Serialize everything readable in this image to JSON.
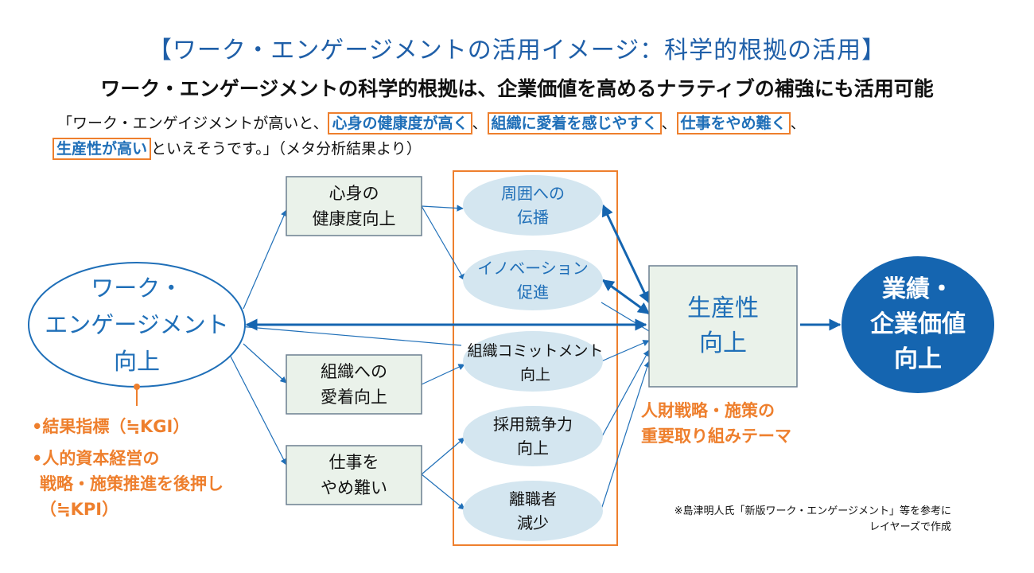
{
  "title": "【ワーク・エンゲージメントの活用イメージ：科学的根拠の活用】",
  "subtitle": "ワーク・エンゲージメントの科学的根拠は、企業価値を高めるナラティブの補強にも活用可能",
  "quote": {
    "open": "「ワーク・エンゲイジメントが高いと、",
    "h1": "心身の健康度が高く",
    "sep1": "、",
    "h2": "組織に愛着を感じやすく",
    "sep2": "、",
    "h3": "仕事をやめ難く",
    "sep3": "、",
    "h4": "生産性が高い",
    "close": "といえそうです。」（メタ分析結果より）"
  },
  "nodes": {
    "engagement": [
      "ワーク・",
      "エンゲージメント",
      "向上"
    ],
    "health": [
      "心身の",
      "健康度向上"
    ],
    "attachment": [
      "組織への",
      "愛着向上"
    ],
    "retention": [
      "仕事を",
      "やめ難い"
    ],
    "spread": [
      "周囲への",
      "伝播"
    ],
    "innovation": [
      "イノベーション",
      "促進"
    ],
    "commitment": [
      "組織コミットメント",
      "向上"
    ],
    "recruit": [
      "採用競争力",
      "向上"
    ],
    "turnover": [
      "離職者",
      "減少"
    ],
    "productivity": [
      "生産性",
      "向上"
    ],
    "results": [
      "業績・",
      "企業価値",
      "向上"
    ]
  },
  "notes": {
    "kgi": "•結果指標（≒KGI）",
    "kpi_1": "•人的資本経営の",
    "kpi_2": "戦略・施策推進を後押し",
    "kpi_3": "（≒KPI）",
    "strategy_1": "人財戦略・施策の",
    "strategy_2": "重要取り組みテーマ"
  },
  "footnote": {
    "line1": "※島津明人氏「新版ワーク・エンゲージメント」等を参考に",
    "line2": "レイヤーズで作成"
  },
  "colors": {
    "blue": "#1f6fb8",
    "dark_blue": "#1565b0",
    "orange": "#ee7f2d",
    "ellipse_fill": "#d4e6f0",
    "rect_fill": "#eaf2ea",
    "rect_border": "#6b7f90"
  }
}
